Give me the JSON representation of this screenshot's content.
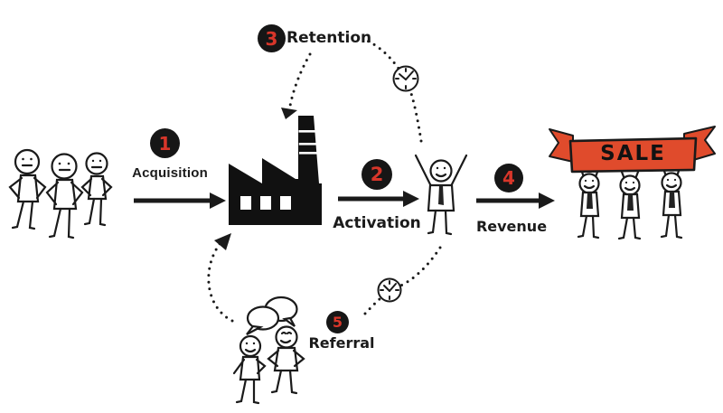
{
  "diagram": {
    "type": "funnel-flow",
    "steps": [
      {
        "number": "1",
        "label": "Acquisition"
      },
      {
        "number": "2",
        "label": "Activation"
      },
      {
        "number": "3",
        "label": "Retention"
      },
      {
        "number": "4",
        "label": "Revenue"
      },
      {
        "number": "5",
        "label": "Referral"
      }
    ],
    "banner": {
      "text": "SALE"
    },
    "colors": {
      "step_number_red": "#d8362a",
      "badge_black": "#161616",
      "banner_red": "#e04b2c",
      "ink_black": "#1a1a1a",
      "background": "#ffffff"
    },
    "icons": {
      "business": "factory-icon",
      "retention_loop": "clock-icon",
      "referral_loop": "clock-icon"
    }
  }
}
